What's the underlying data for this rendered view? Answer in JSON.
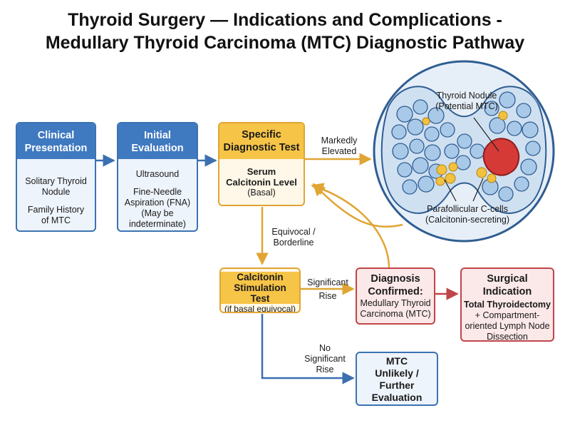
{
  "title": {
    "line1": "Thyroid Surgery — Indications and Complications -",
    "line2": "Medullary Thyroid Carcinoma (MTC) Diagnostic Pathway"
  },
  "boxes": {
    "clinical": {
      "header": [
        "Clinical",
        "Presentation"
      ],
      "item1": [
        "Solitary Thyroid",
        "Nodule"
      ],
      "item2": [
        "Family History",
        "of MTC"
      ]
    },
    "initial": {
      "header": [
        "Initial",
        "Evaluation"
      ],
      "item1": "Ultrasound",
      "item2": [
        "Fine-Needle",
        "Aspiration (FNA)",
        "(May be",
        "indeterminate)"
      ]
    },
    "specific": {
      "header": [
        "Specific",
        "Diagnostic Test"
      ],
      "bold": [
        "Serum",
        "Calcitonin Level"
      ],
      "sub": "(Basal)"
    },
    "stimulation": {
      "header": [
        "Calcitonin",
        "Stimulation",
        "Test"
      ],
      "sub": "(if basal equivocal)"
    },
    "diagnosis": {
      "header": [
        "Diagnosis",
        "Confirmed:"
      ],
      "body": [
        "Medullary Thyroid",
        "Carcinoma (MTC)"
      ]
    },
    "surgical": {
      "header": [
        "Surgical",
        "Indication"
      ],
      "bold": "Total Thyroidectomy",
      "body": [
        "+ Compartment-",
        "oriented Lymph Node",
        "Dissection"
      ]
    },
    "unlikely": {
      "header": [
        "MTC",
        "Unlikely /",
        "Further",
        "Evaluation"
      ]
    }
  },
  "arrow_labels": {
    "elevated": [
      "Markedly",
      "Elevated"
    ],
    "equivocal": [
      "Equivocal /",
      "Borderline"
    ],
    "significant": [
      "Significant",
      "Rise"
    ],
    "no_significant": [
      "No",
      "Significant",
      "Rise"
    ]
  },
  "illustration": {
    "nodule_label": [
      "Thyroid Nodule",
      "(Potential MTC)"
    ],
    "ccell_label": [
      "Parafollicular C-cells",
      "(Calcitonin-secreting)"
    ]
  },
  "colors": {
    "blue": "#3f79c0",
    "orange": "#f6c447",
    "red": "#c0454a",
    "arrow_blue": "#3b6fb0",
    "arrow_orange": "#e0a533"
  }
}
